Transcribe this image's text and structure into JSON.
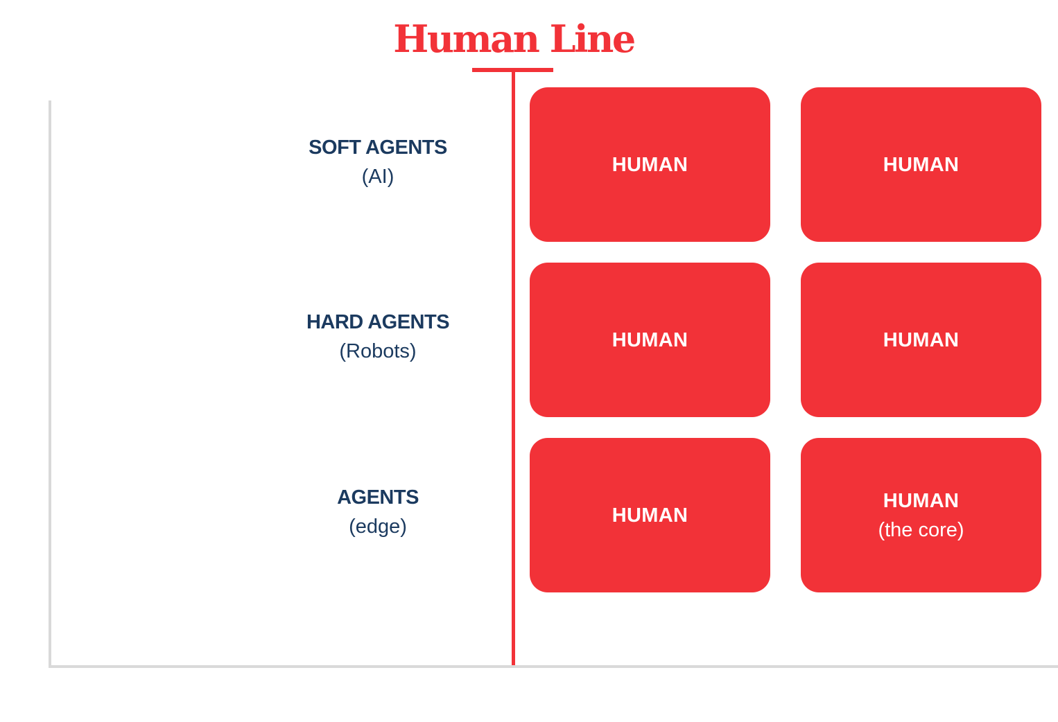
{
  "title": "Human Line",
  "colors": {
    "accent_red": "#f23238",
    "label_navy": "#1b3a5f",
    "axis_gray": "#d9d9d9"
  },
  "rows": [
    {
      "label": "SOFT AGENTS",
      "sublabel": "(AI)"
    },
    {
      "label": "HARD AGENTS",
      "sublabel": "(Robots)"
    },
    {
      "label": "AGENTS",
      "sublabel": "(edge)"
    }
  ],
  "boxes": [
    {
      "label": "HUMAN",
      "sublabel": ""
    },
    {
      "label": "HUMAN",
      "sublabel": ""
    },
    {
      "label": "HUMAN",
      "sublabel": ""
    },
    {
      "label": "HUMAN",
      "sublabel": ""
    },
    {
      "label": "HUMAN",
      "sublabel": ""
    },
    {
      "label": "HUMAN",
      "sublabel": "(the core)"
    }
  ]
}
